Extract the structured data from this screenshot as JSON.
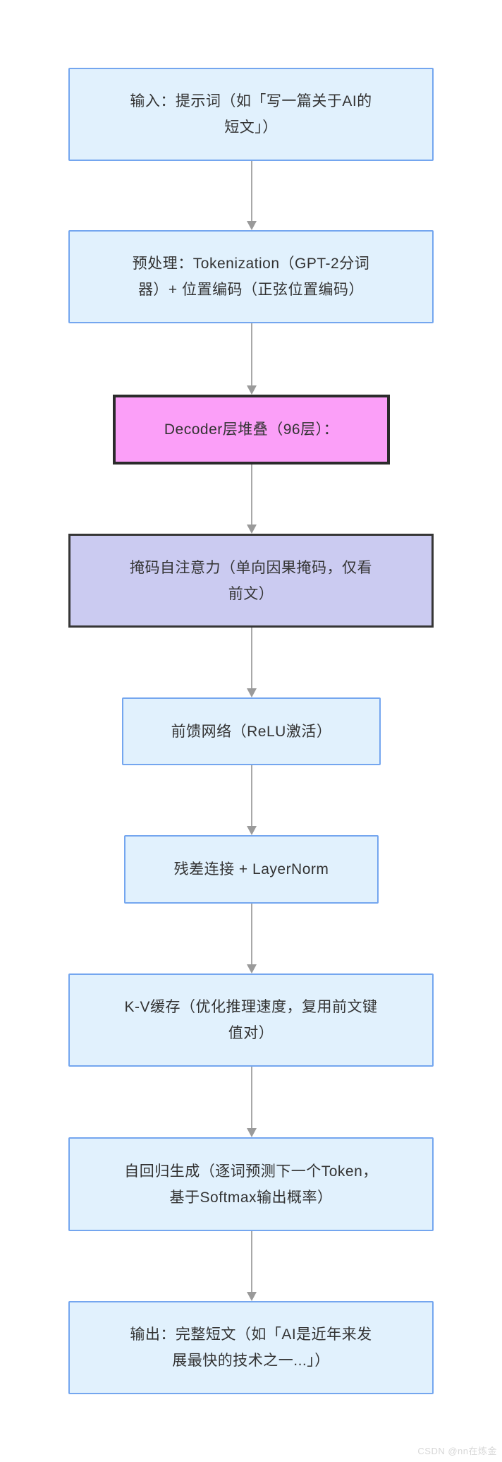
{
  "flow": {
    "nodes": [
      {
        "id": "input",
        "type": "blue",
        "label": "输入：提示词（如「写一篇关于AI的\n短文」）"
      },
      {
        "id": "preprocess",
        "type": "blue",
        "label": "预处理：Tokenization（GPT-2分词\n器）+ 位置编码（正弦位置编码）"
      },
      {
        "id": "decoder-stack",
        "type": "pink",
        "label": "Decoder层堆叠（96层）："
      },
      {
        "id": "masked-attention",
        "type": "purple",
        "label": "掩码自注意力（单向因果掩码，仅看\n前文）"
      },
      {
        "id": "feed-forward",
        "type": "blue",
        "label": "前馈网络（ReLU激活）"
      },
      {
        "id": "residual-norm",
        "type": "blue",
        "label": "残差连接 + LayerNorm"
      },
      {
        "id": "kv-cache",
        "type": "blue",
        "label": "K-V缓存（优化推理速度，复用前文键\n值对）"
      },
      {
        "id": "autoregressive",
        "type": "blue",
        "label": "自回归生成（逐词预测下一个Token，\n基于Softmax输出概率）"
      },
      {
        "id": "output",
        "type": "blue",
        "label": "输出：完整短文（如「AI是近年来发\n展最快的技术之一...」）"
      }
    ],
    "arrow_count": 8
  },
  "colors": {
    "node_fill_blue": "#e1f1fd",
    "node_border_blue": "#74a6ef",
    "node_fill_pink": "#fb9ff8",
    "node_fill_purple": "#cbcbf1",
    "dark_border": "#2b2b2b",
    "arrow_gray": "#a0a0a0",
    "text": "#333333",
    "watermark": "#d7d7d7",
    "background": "#ffffff"
  },
  "watermark": {
    "text": "CSDN @nn在炼金"
  }
}
